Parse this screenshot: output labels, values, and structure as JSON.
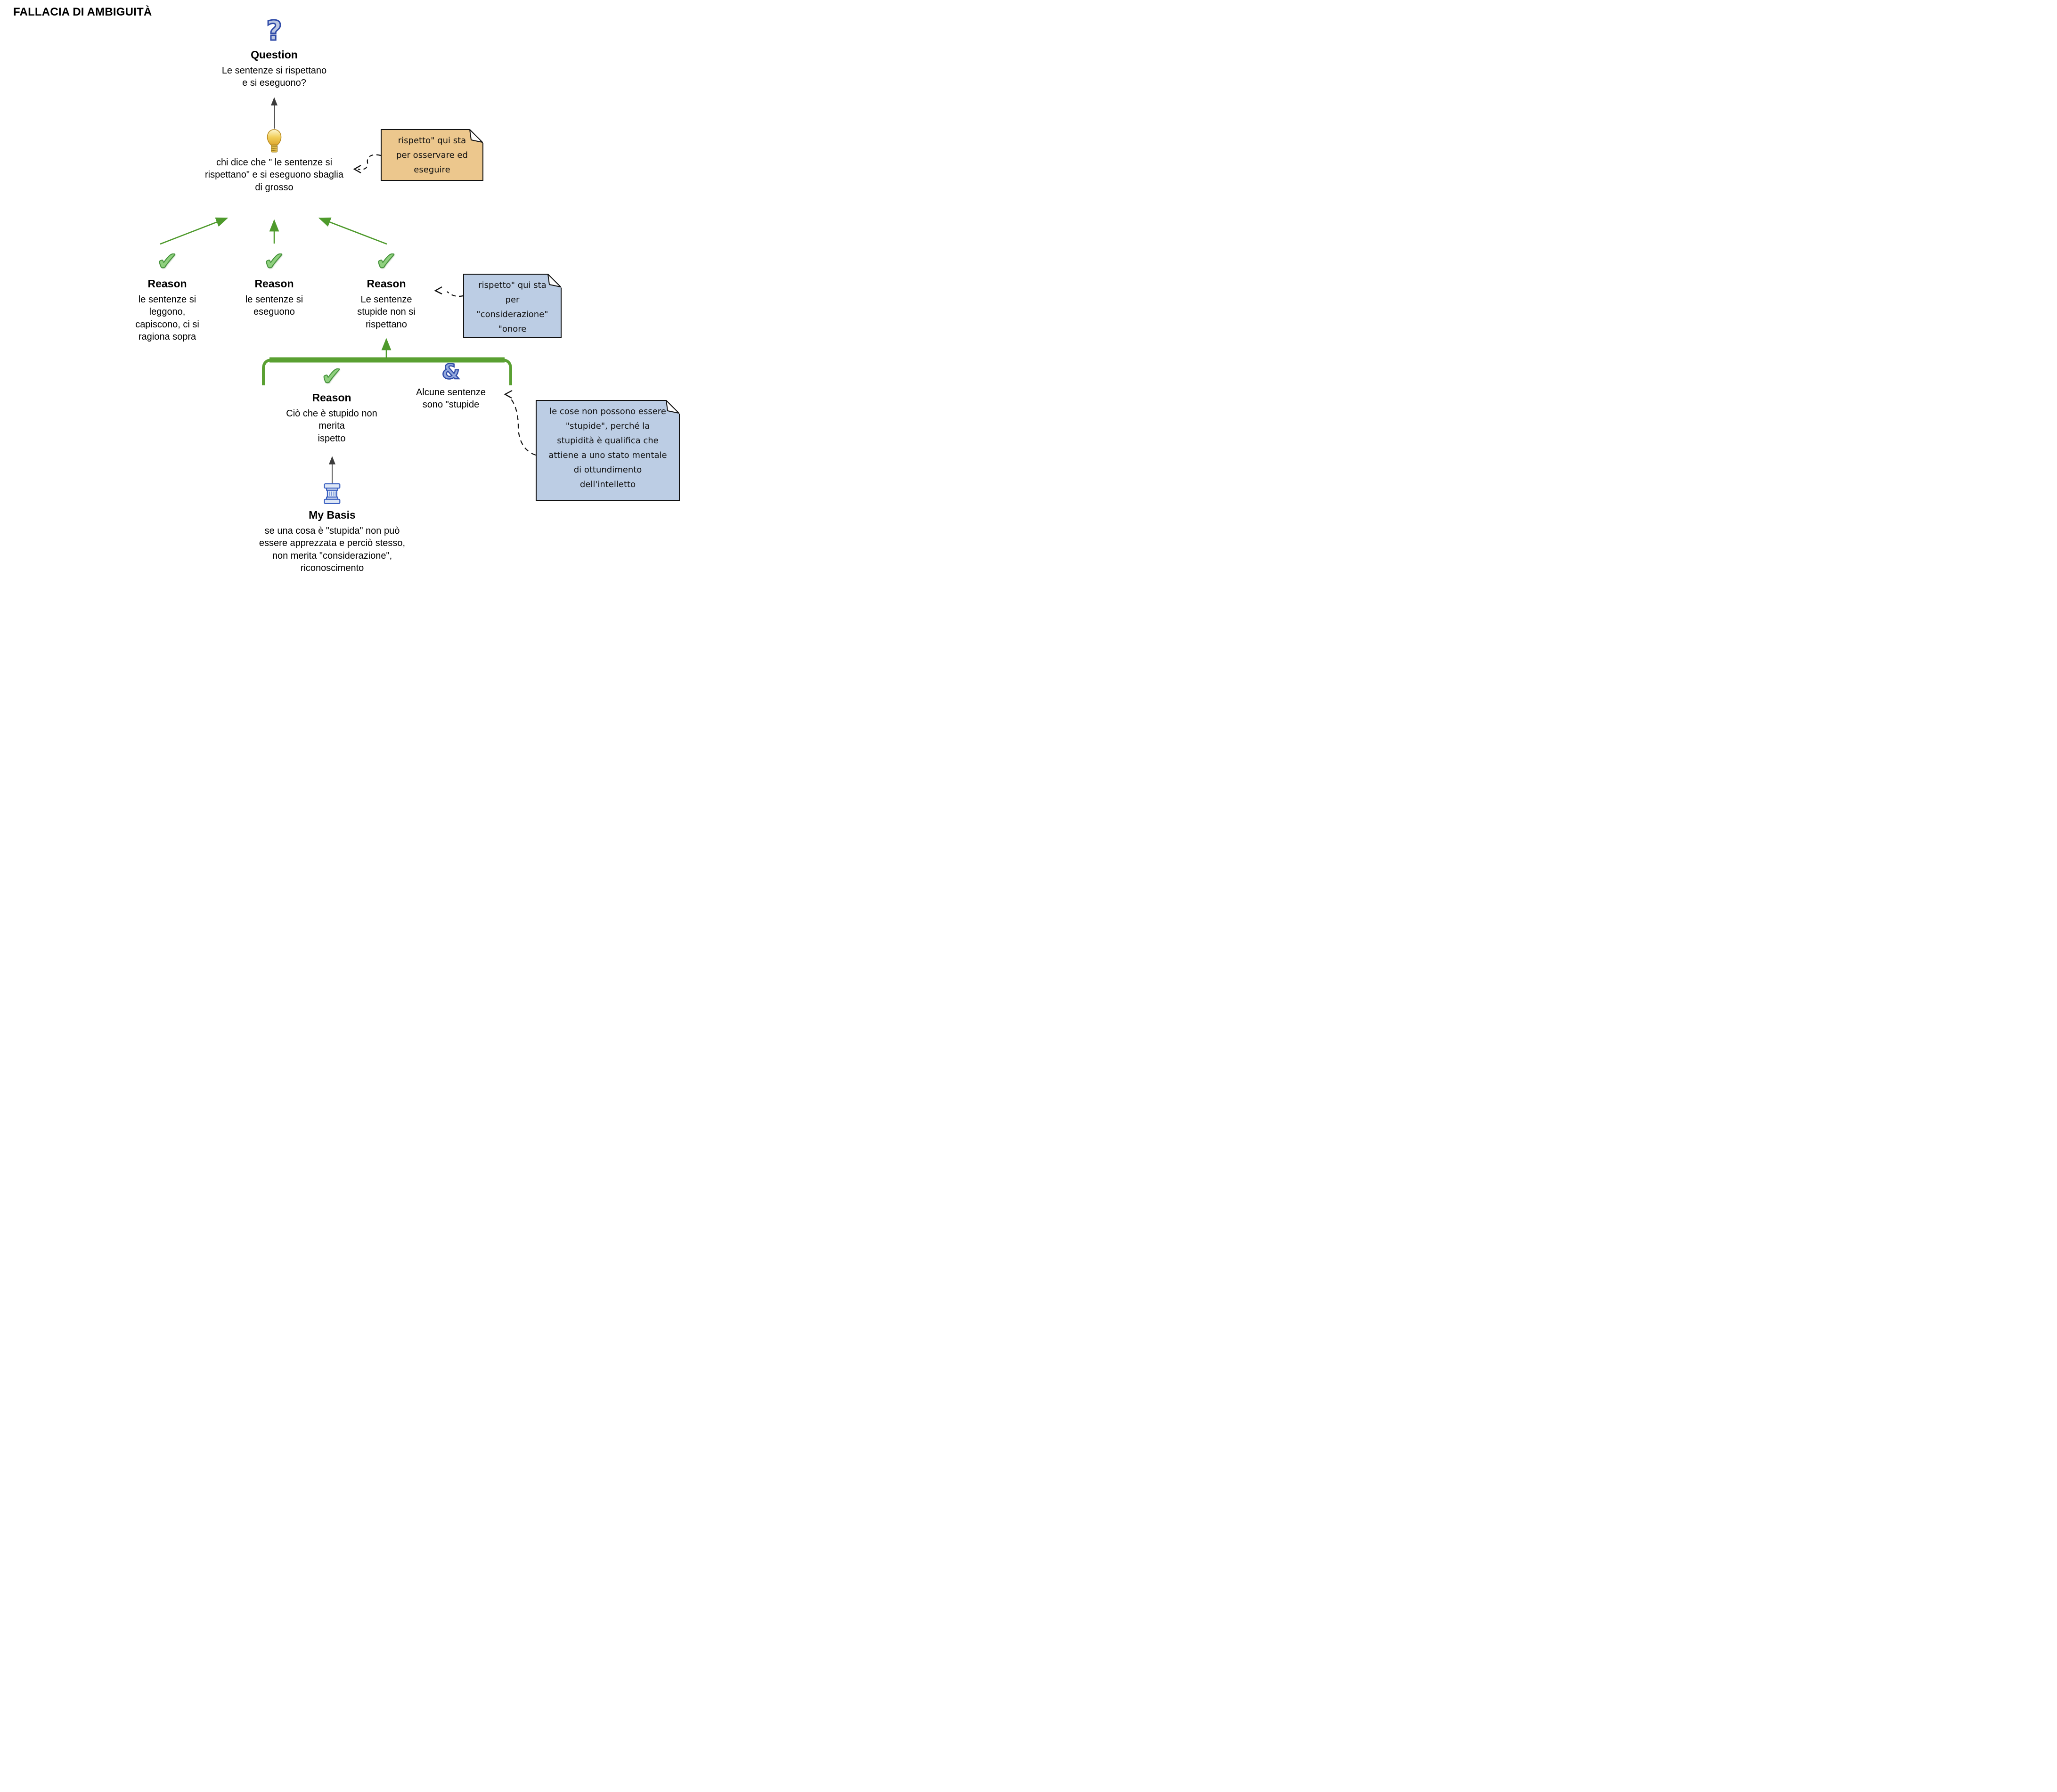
{
  "title": "FALLACIA DI AMBIGUITÀ",
  "colors": {
    "green_arrow": "#4e9a2c",
    "bracket_green": "#5aa032",
    "note_orange": "#ecc78d",
    "note_blue": "#bccde4",
    "icon_blue_fill": "#bdc8e2",
    "icon_blue_stroke": "#2f4ba8",
    "check_green": "#8fd07e",
    "bulb_yellow": "#f2cf5a",
    "black_arrow": "#3c3c3c"
  },
  "icons": {
    "question_glyph": "?",
    "check_glyph": "✔",
    "ampersand_glyph": "&"
  },
  "question": {
    "label": "Question",
    "text": "Le sentenze si rispettano\ne si eseguono?"
  },
  "claim": {
    "text": "chi dice che \" le sentenze si\nrispettano\" e si eseguono sbaglia\ndi grosso"
  },
  "reasons": [
    {
      "label": "Reason",
      "text": "le sentenze si\nleggono,\ncapiscono, ci si\nragiona sopra"
    },
    {
      "label": "Reason",
      "text": "le sentenze si\neseguono"
    },
    {
      "label": "Reason",
      "text": "Le sentenze\nstupide non si\nrispettano"
    },
    {
      "label": "Reason",
      "text": "Ciò che è stupido non\nmerita\nispetto"
    }
  ],
  "and_node": {
    "text": "Alcune sentenze\nsono \"stupide"
  },
  "basis": {
    "label": "My Basis",
    "text": "se una cosa è \"stupida\" non può\nessere apprezzata e perciò stesso,\nnon merita \"considerazione\",\nriconoscimento"
  },
  "notes": [
    {
      "text": "rispetto\" qui sta\nper osservare ed\neseguire"
    },
    {
      "text": "rispetto\" qui sta\nper\n\"considerazione\"\n\"onore"
    },
    {
      "text": "le cose non possono essere\n\"stupide\", perché la\nstupidità è qualifica che\nattiene a uno stato mentale\ndi ottundimento\ndell'intelletto"
    }
  ]
}
